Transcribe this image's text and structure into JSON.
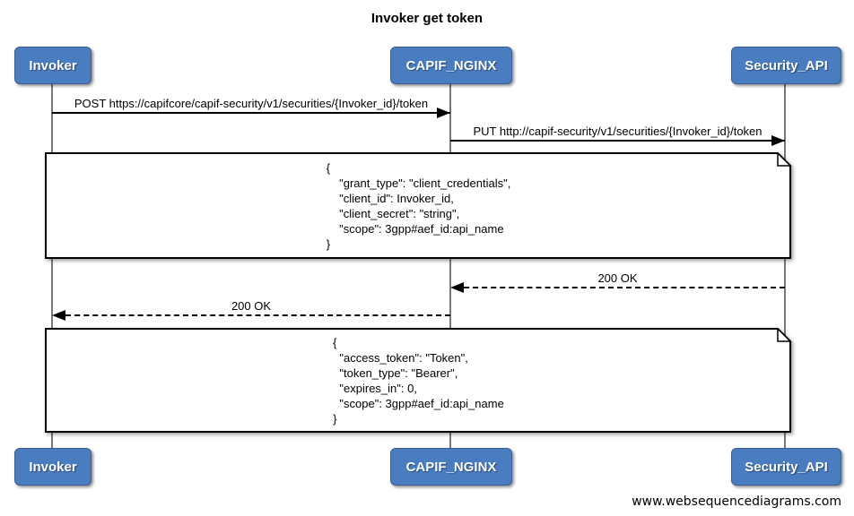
{
  "title": "Invoker get token",
  "actors": {
    "invoker": "Invoker",
    "capif": "CAPIF_NGINX",
    "security": "Security_API"
  },
  "messages": [
    {
      "label": "POST https://capifcore/capif-security/v1/securities/{Invoker_id}/token",
      "from": "Invoker",
      "to": "CAPIF_NGINX",
      "line": "solid"
    },
    {
      "label": "PUT http://capif-security/v1/securities/{Invoker_id}/token",
      "from": "CAPIF_NGINX",
      "to": "Security_API",
      "line": "solid"
    },
    {
      "label": "200 OK",
      "from": "Security_API",
      "to": "CAPIF_NGINX",
      "line": "dashed"
    },
    {
      "label": "200 OK",
      "from": "CAPIF_NGINX",
      "to": "Invoker",
      "line": "dashed"
    }
  ],
  "notes": [
    {
      "text": "{\n    \"grant_type\": \"client_credentials\",\n    \"client_id\": Invoker_id,\n    \"client_secret\": \"string\",\n    \"scope\": 3gpp#aef_id:api_name\n}"
    },
    {
      "text": "{\n  \"access_token\": \"Token\",\n  \"token_type\": \"Bearer\",\n  \"expires_in\": 0,\n  \"scope\": 3gpp#aef_id:api_name\n}"
    }
  ],
  "footer": "www.websequencediagrams.com",
  "colors": {
    "actor_fill": "#4a7dbf",
    "actor_border": "#3a5f94",
    "actor_text": "#ffffff",
    "lifeline": "#787878",
    "message_line": "#000000",
    "note_fill": "#ffffff",
    "note_border": "#000000",
    "background": "#ffffff"
  }
}
